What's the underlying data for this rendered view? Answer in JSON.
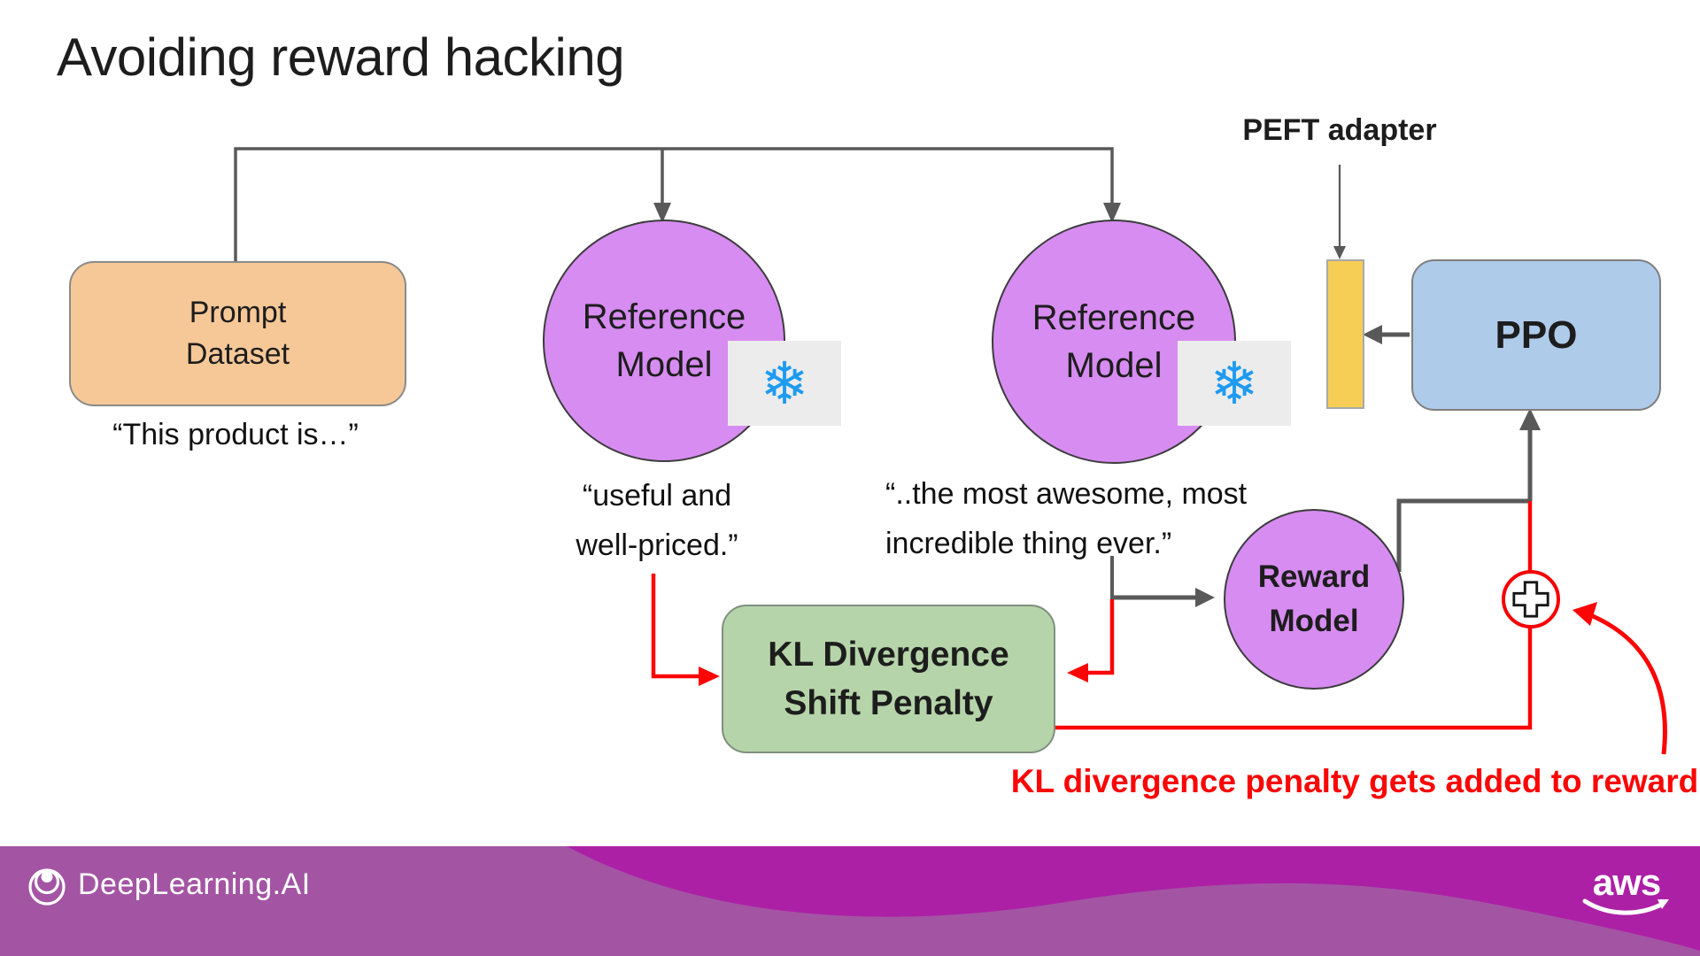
{
  "slide": {
    "title": "Avoiding reward hacking",
    "background": "#FFFFFF"
  },
  "nodes": {
    "prompt_dataset": {
      "label": "Prompt\nDataset",
      "fill": "#F6C897"
    },
    "reference_model_1": {
      "label": "Reference\nModel",
      "fill": "#D78CF1",
      "frozen": true
    },
    "reference_model_2": {
      "label": "Reference\nModel",
      "fill": "#D78CF1",
      "frozen": true
    },
    "reward_model": {
      "label": "Reward\nModel",
      "fill": "#D78CF1"
    },
    "ppo": {
      "label": "PPO",
      "fill": "#AECBEA"
    },
    "peft_adapter": {
      "label": "PEFT adapter",
      "bar_fill": "#F6CE55"
    },
    "kl_penalty": {
      "label": "KL Divergence\nShift Penalty",
      "fill": "#B6D4A9"
    }
  },
  "quotes": {
    "prompt": "“This product is…”",
    "reference_1": "“useful and\nwell-priced.”",
    "reference_2": "“..the most awesome, most\nincredible thing ever.”"
  },
  "annotations": {
    "kl_note": "KL divergence penalty gets added to reward",
    "kl_note_color": "#FB0505"
  },
  "icons": {
    "snowflake": "❄"
  },
  "colors": {
    "connector_gray": "#595959",
    "accent_red": "#FB0505",
    "snowflake_blue": "#1E9BF0",
    "plus_ring_red": "#F50000"
  },
  "footer": {
    "brand": "DeepLearning.AI",
    "aws_label": "aws",
    "bar_color": "#A355A3",
    "wave_color": "#AC20A6"
  }
}
